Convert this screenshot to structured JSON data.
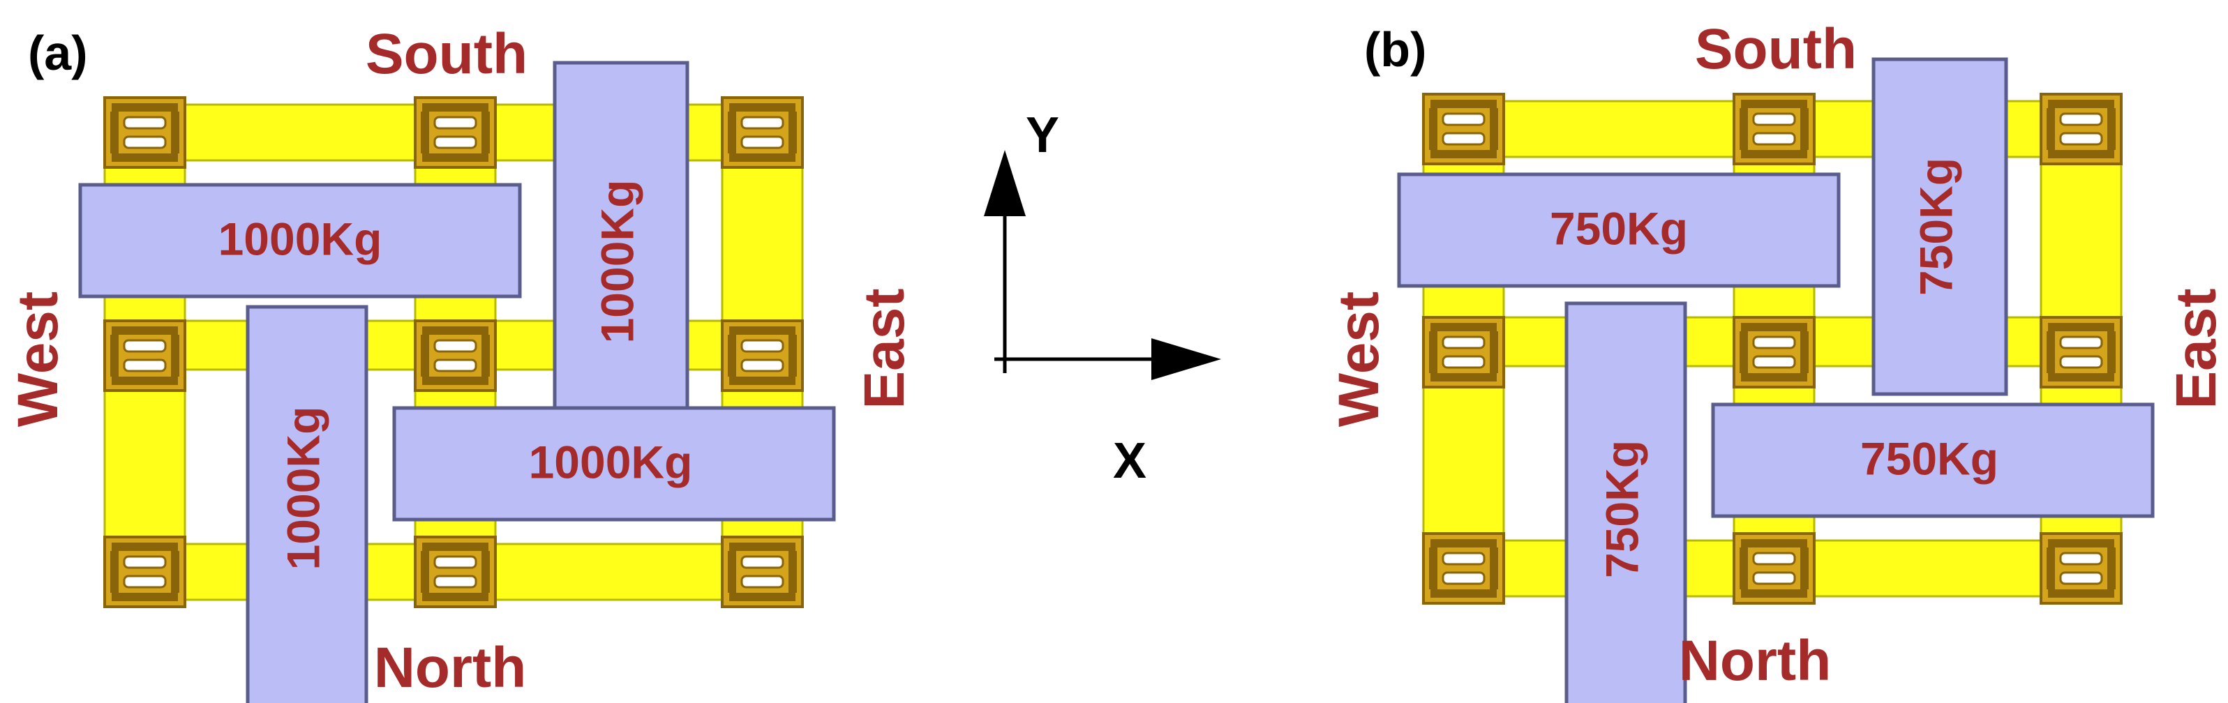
{
  "colors": {
    "beam": "#ffff1a",
    "beam_edge": "#b8b800",
    "column": "#d4a41a",
    "column_dark": "#8a6408",
    "column_hole": "#ffffff",
    "load_fill": "#bbbdf7",
    "load_edge": "#5a5d8c",
    "label": "#a52a2a",
    "axis": "#000000"
  },
  "icons": {
    "column": "column-connection-icon",
    "axis_arrow": "arrow-icon"
  },
  "panels": [
    {
      "id": "a",
      "tag": "(a)",
      "directions": {
        "north": "North",
        "south": "South",
        "east": "East",
        "west": "West"
      },
      "loads": [
        {
          "label": "1000Kg",
          "orientation": "horizontal"
        },
        {
          "label": "1000Kg",
          "orientation": "vertical"
        },
        {
          "label": "1000Kg",
          "orientation": "vertical"
        },
        {
          "label": "1000Kg",
          "orientation": "horizontal"
        }
      ]
    },
    {
      "id": "b",
      "tag": "(b)",
      "directions": {
        "north": "North",
        "south": "South",
        "east": "East",
        "west": "West"
      },
      "loads": [
        {
          "label": "750Kg",
          "orientation": "horizontal"
        },
        {
          "label": "750Kg",
          "orientation": "vertical"
        },
        {
          "label": "750Kg",
          "orientation": "vertical"
        },
        {
          "label": "750Kg",
          "orientation": "horizontal"
        }
      ]
    }
  ],
  "axes": {
    "x_label": "X",
    "y_label": "Y"
  }
}
